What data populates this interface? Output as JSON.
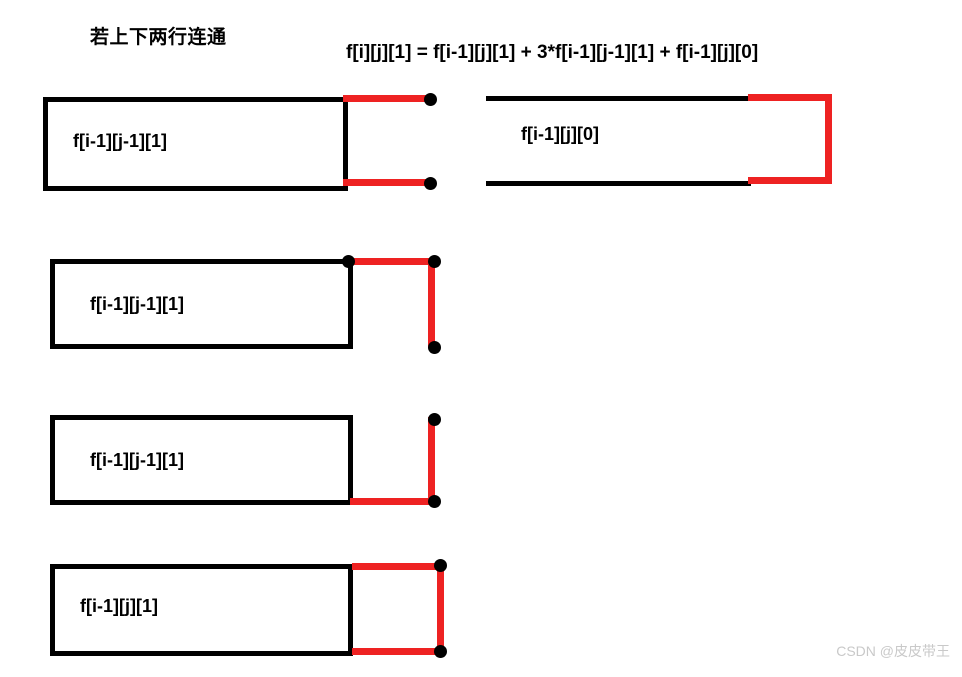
{
  "diagram": {
    "title": "若上下两行连通",
    "formula": "f[i][j][1] = f[i-1][j][1] + 3*f[i-1][j-1][1] + f[i-1][j][0]",
    "colors": {
      "outline": "#000000",
      "highlight": "#ee2222",
      "background": "#ffffff",
      "watermark": "#c9c9c9"
    },
    "rows": [
      {
        "id": "row-1",
        "left_box_label": "f[i-1][j-1][1]",
        "right_box_label": "f[i-1][j][0]"
      },
      {
        "id": "row-2",
        "left_box_label": "f[i-1][j-1][1]"
      },
      {
        "id": "row-3",
        "left_box_label": "f[i-1][j-1][1]"
      },
      {
        "id": "row-4",
        "left_box_label": "f[i-1][j][1]"
      }
    ]
  },
  "watermark": {
    "text": "CSDN @皮皮带王"
  }
}
